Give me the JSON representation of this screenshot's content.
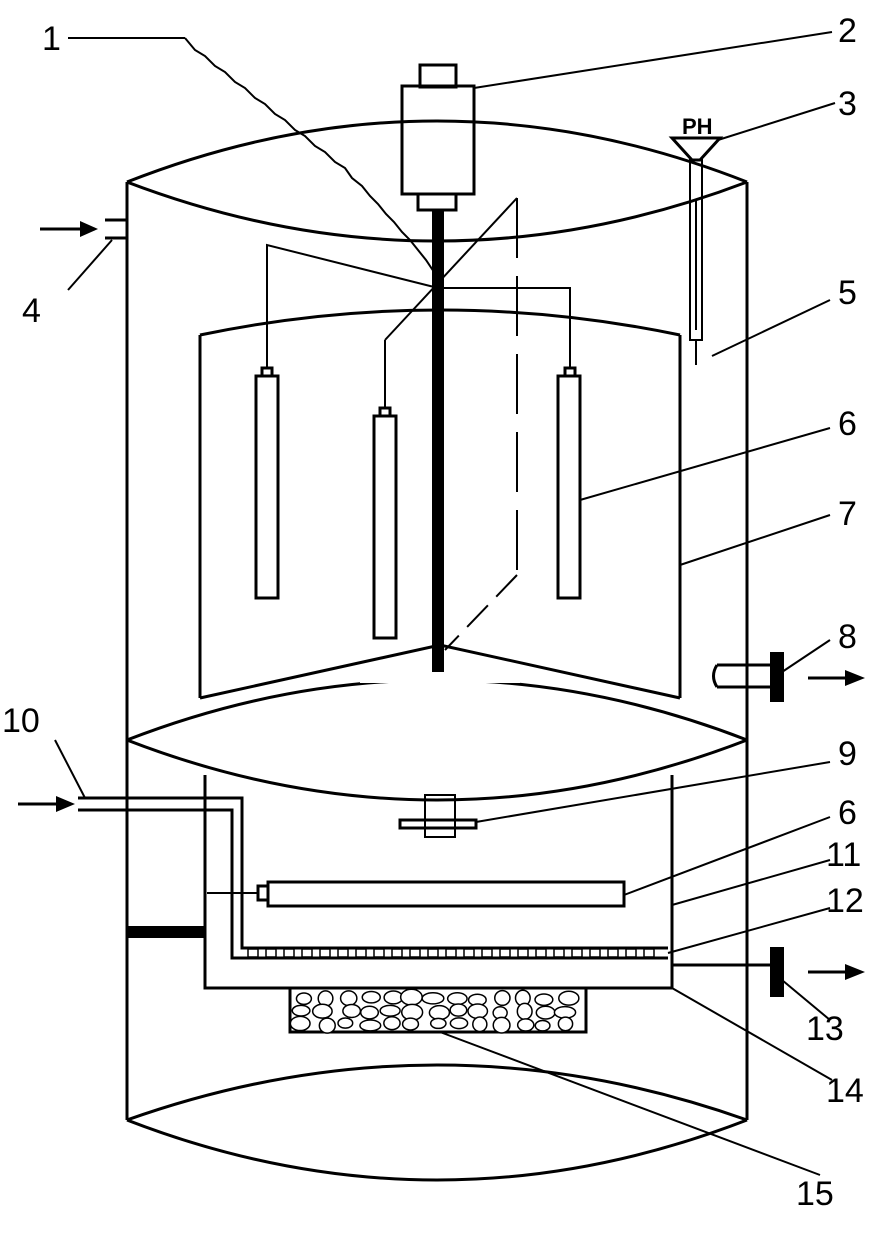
{
  "diagram": {
    "ph_text": "PH",
    "labels": [
      {
        "id": "label-1",
        "text": "1"
      },
      {
        "id": "label-2",
        "text": "2"
      },
      {
        "id": "label-3",
        "text": "3"
      },
      {
        "id": "label-4",
        "text": "4"
      },
      {
        "id": "label-5",
        "text": "5"
      },
      {
        "id": "label-6-upper",
        "text": "6"
      },
      {
        "id": "label-7",
        "text": "7"
      },
      {
        "id": "label-8",
        "text": "8"
      },
      {
        "id": "label-9",
        "text": "9"
      },
      {
        "id": "label-10",
        "text": "10"
      },
      {
        "id": "label-6-lower",
        "text": "6"
      },
      {
        "id": "label-11",
        "text": "11"
      },
      {
        "id": "label-12",
        "text": "12"
      },
      {
        "id": "label-13",
        "text": "13"
      },
      {
        "id": "label-14",
        "text": "14"
      },
      {
        "id": "label-15",
        "text": "15"
      }
    ]
  }
}
